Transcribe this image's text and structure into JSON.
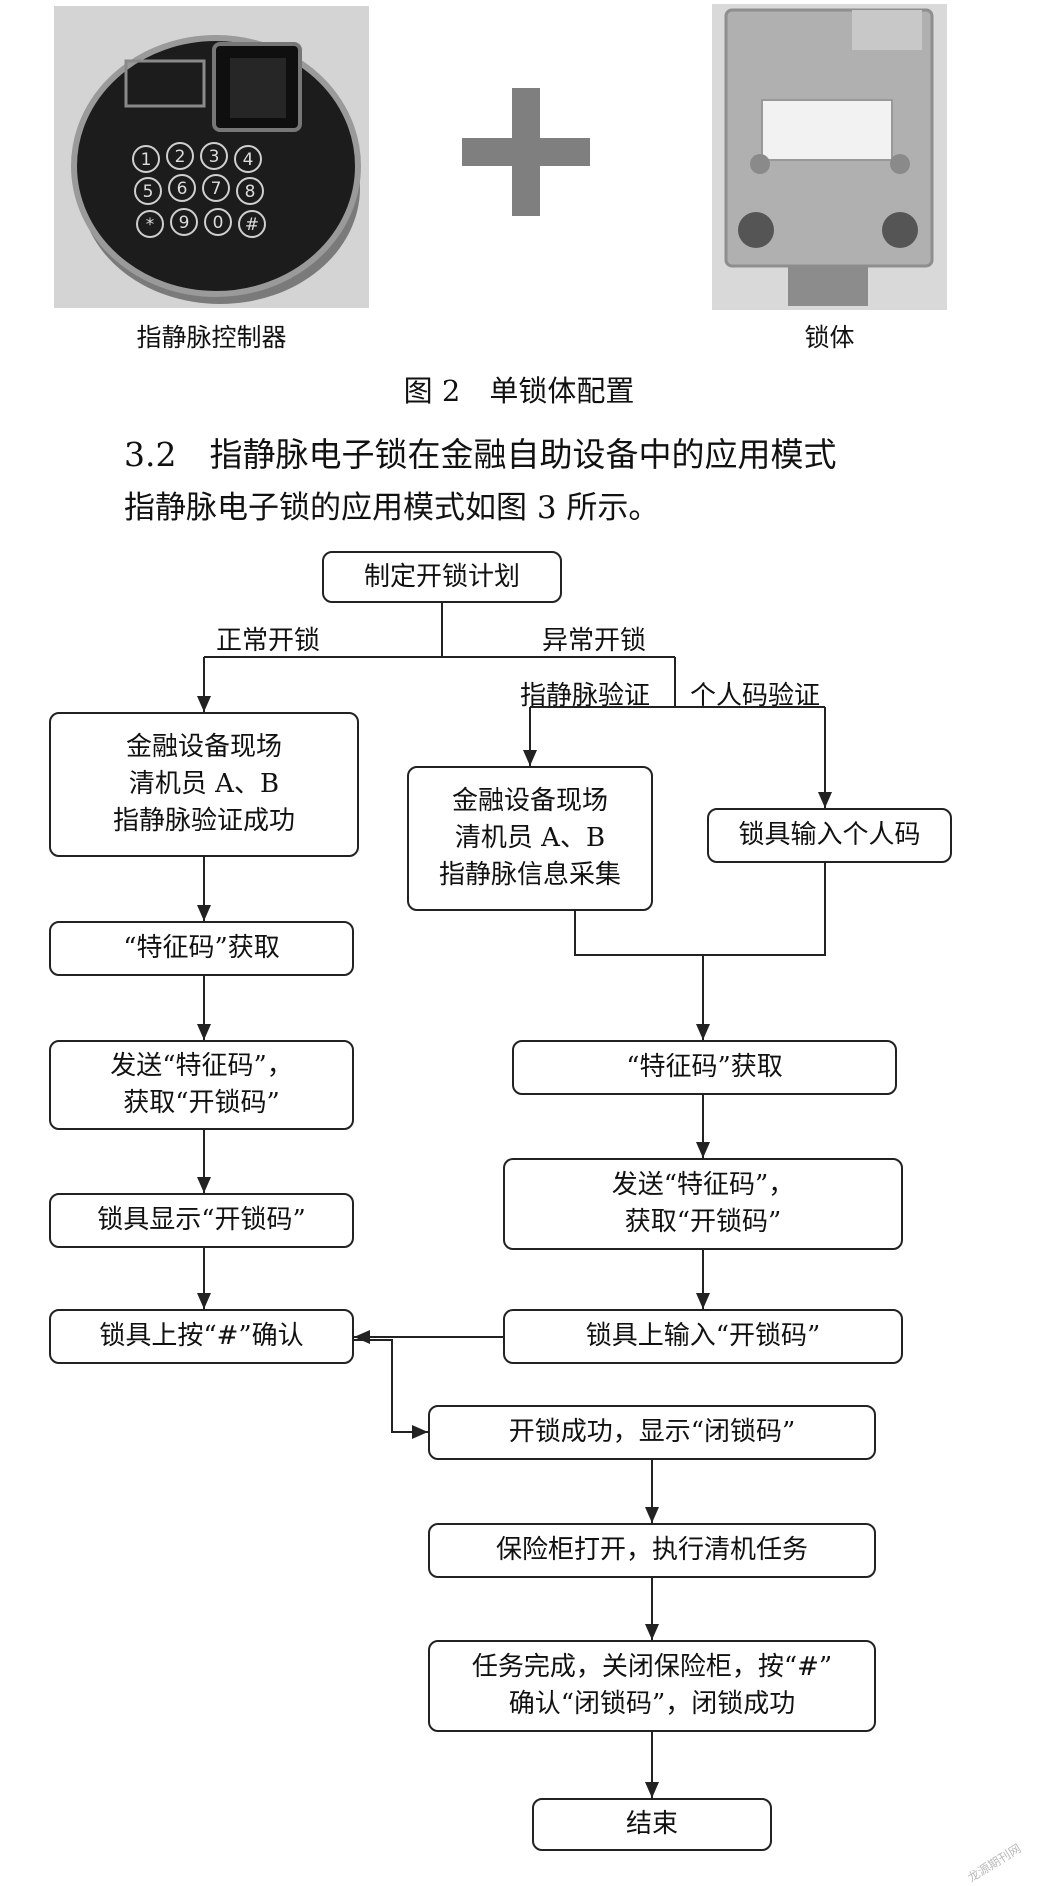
{
  "photos": {
    "controller_caption": "指静脉控制器",
    "lockbody_caption": "锁体",
    "keypad_keys": [
      "1",
      "2",
      "3",
      "4",
      "5",
      "6",
      "7",
      "8",
      "*",
      "9",
      "0",
      "#"
    ]
  },
  "figure_title": "图 2　单锁体配置",
  "section_heading": "3.2　指静脉电子锁在金融自助设备中的应用模式",
  "body_text": "指静脉电子锁的应用模式如图 3 所示。",
  "flowchart": {
    "nodes": {
      "start": "制定开锁计划",
      "left1": "金融设备现场\n清机员 A、B\n指静脉验证成功",
      "left2": "“特征码”获取",
      "left3": "发送“特征码”，\n获取“开锁码”",
      "left4": "锁具显示“开锁码”",
      "left5": "锁具上按“#”确认",
      "mid1": "金融设备现场\n清机员 A、B\n指静脉信息采集",
      "right1": "锁具输入个人码",
      "r2": "“特征码”获取",
      "r3": "发送“特征码”，\n获取“开锁码”",
      "r4": "锁具上输入“开锁码”",
      "c1": "开锁成功，显示“闭锁码”",
      "c2": "保险柜打开，执行清机任务",
      "c3": "任务完成，关闭保险柜，按“#”\n确认“闭锁码”，闭锁成功",
      "end": "结束"
    },
    "labels": {
      "normal": "正常开锁",
      "abnormal": "异常开锁",
      "vein_verify": "指静脉验证",
      "pin_verify": "个人码验证"
    }
  },
  "watermark": "龙源期刊网"
}
